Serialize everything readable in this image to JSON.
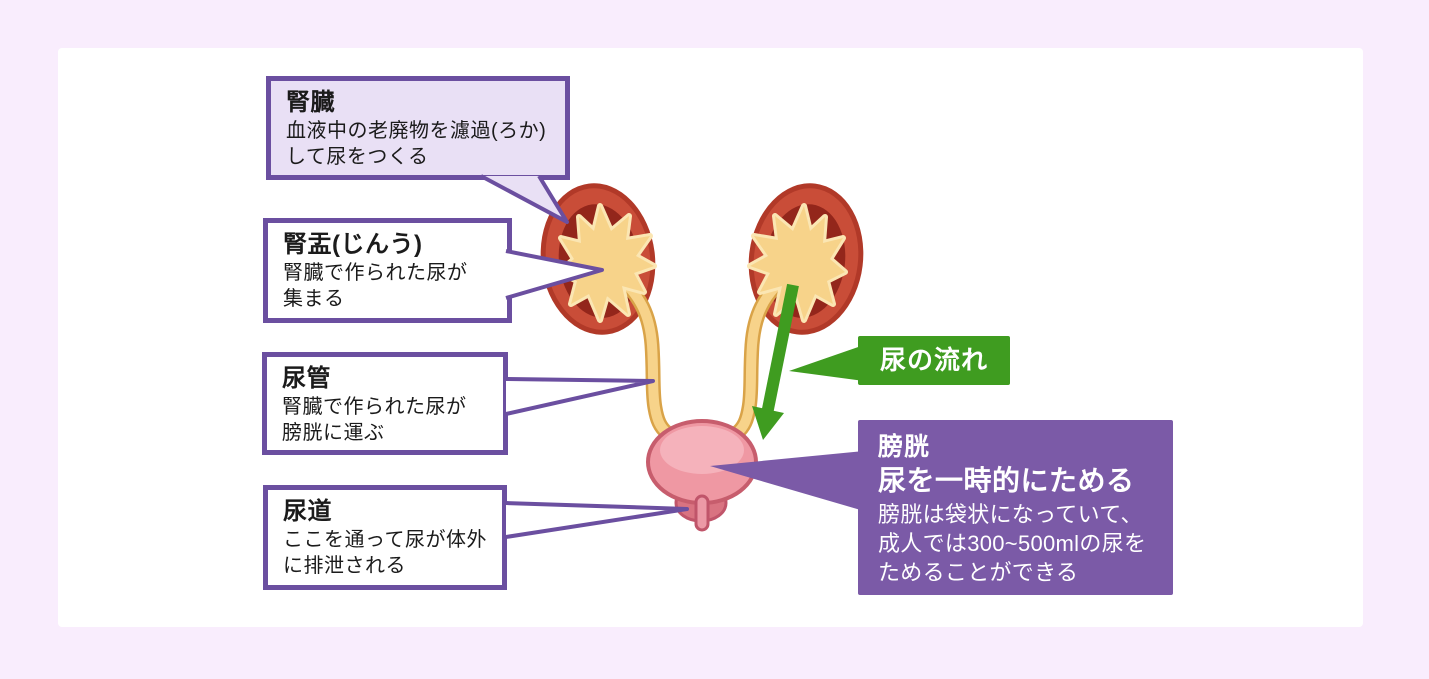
{
  "diagram": {
    "subject": "urinary-system",
    "colors": {
      "page_bg": "#f9edfd",
      "panel_bg": "#ffffff",
      "callout_border_purple": "#6b4fa0",
      "callout_light_bg": "#e9e0f5",
      "bladder_box_purple": "#7b5aa7",
      "flow_green": "#3f9c20",
      "kidney_red": "#c94d38",
      "kidney_inner_red": "#93261b",
      "pelvis_yellow": "#f7d38a",
      "bladder_pink": "#ef98a3"
    },
    "callouts": {
      "kidney": {
        "title": "腎臓",
        "body": "血液中の老廃物を濾過(ろか)\nして尿をつくる"
      },
      "renal_pelvis": {
        "title": "腎盂(じんう)",
        "body": "腎臓で作られた尿が\n集まる"
      },
      "ureter": {
        "title": "尿管",
        "body": "腎臓で作られた尿が\n膀胱に運ぶ"
      },
      "urethra": {
        "title": "尿道",
        "body": "ここを通って尿が体外\nに排泄される"
      },
      "urine_flow": {
        "label": "尿の流れ"
      },
      "bladder": {
        "title": "膀胱",
        "subtitle": "尿を一時的にためる",
        "body": "膀胱は袋状になっていて、\n成人では300~500mlの尿を\nためることができる"
      }
    }
  }
}
